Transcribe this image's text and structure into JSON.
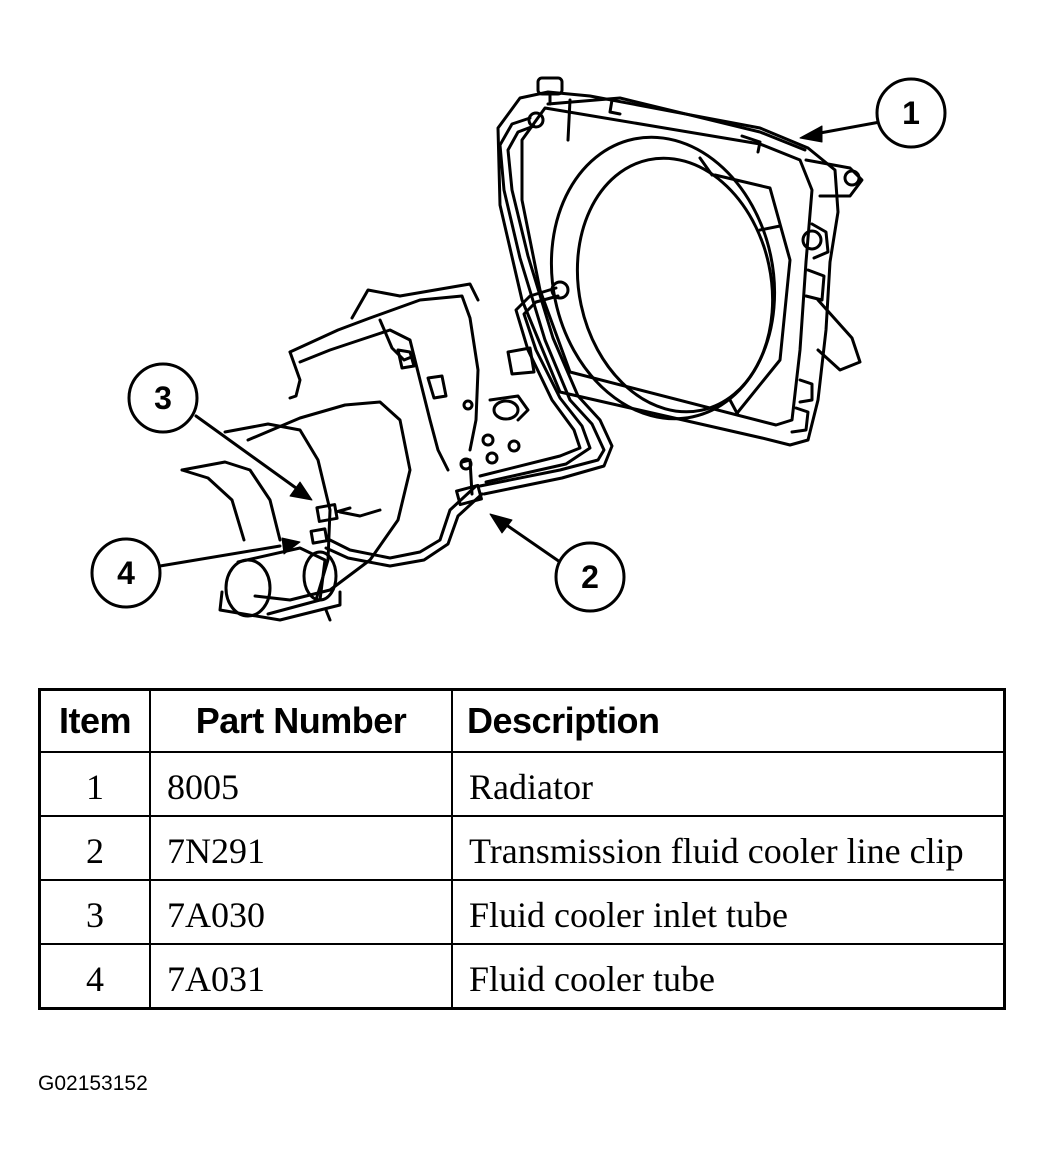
{
  "callouts": [
    "1",
    "2",
    "3",
    "4"
  ],
  "table": {
    "headers": {
      "item": "Item",
      "part_number": "Part Number",
      "description": "Description"
    },
    "rows": [
      {
        "item": "1",
        "part_number": "8005",
        "description": "Radiator"
      },
      {
        "item": "2",
        "part_number": "7N291",
        "description": "Transmission fluid cooler line clip"
      },
      {
        "item": "3",
        "part_number": "7A030",
        "description": "Fluid cooler inlet tube"
      },
      {
        "item": "4",
        "part_number": "7A031",
        "description": "Fluid cooler tube"
      }
    ]
  },
  "figure_id": "G02153152"
}
